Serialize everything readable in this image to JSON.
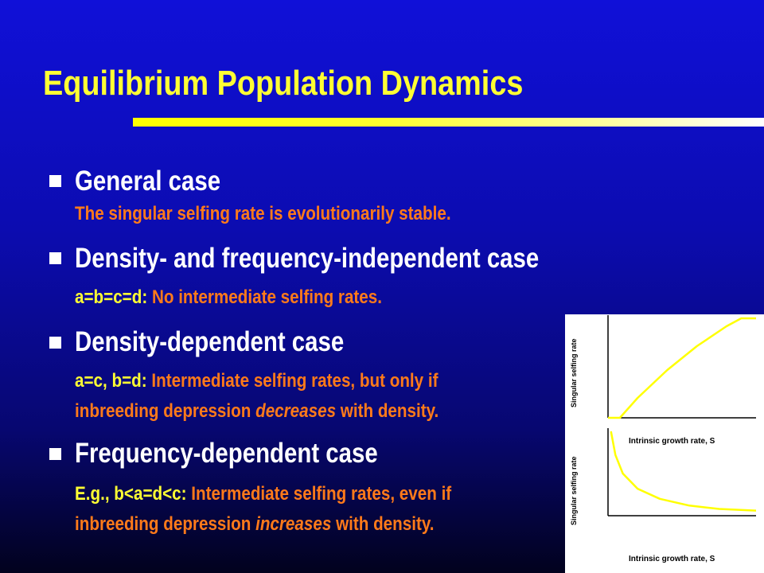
{
  "slide": {
    "title": "Equilibrium Population Dynamics",
    "colors": {
      "title": "#ffff33",
      "heading": "#ffffff",
      "body": "#ff7a1a",
      "condition": "#ffff33",
      "background": "#0c0cb0"
    }
  },
  "bullets": [
    {
      "heading": "General case",
      "lines": [
        {
          "text": "The singular selfing rate is evolutionarily stable."
        }
      ]
    },
    {
      "heading": "Density- and frequency-independent case",
      "lines": [
        {
          "condition": "a=b=c=d:",
          "text": "No intermediate selfing rates."
        }
      ]
    },
    {
      "heading": "Density-dependent case",
      "lines": [
        {
          "condition": "a=c, b=d:",
          "text": "Intermediate selfing rates, but only if"
        },
        {
          "pre": "inbreeding depression ",
          "em": "decreases",
          "post": " with density."
        }
      ]
    },
    {
      "heading": "Frequency-dependent case",
      "lines": [
        {
          "condition": "E.g., b<a=d<c:",
          "text": "Intermediate selfing rates, even if"
        },
        {
          "pre": "inbreeding depression ",
          "em": "increases",
          "post": " with density."
        }
      ]
    }
  ],
  "chart_data": [
    {
      "type": "line",
      "ylabel": "Singular selfing rate",
      "xlabel": "Intrinsic growth rate, S",
      "shape": "increasing-saturating",
      "series": [
        {
          "x": [
            0,
            0.08,
            0.2,
            0.4,
            0.6,
            0.8,
            0.9,
            1.0
          ],
          "y": [
            0,
            0,
            0.2,
            0.48,
            0.72,
            0.92,
            1.0,
            1.0
          ]
        }
      ]
    },
    {
      "type": "line",
      "ylabel": "Singular selfing rate",
      "xlabel": "Intrinsic growth rate, S",
      "shape": "decreasing-convex",
      "series": [
        {
          "x": [
            0.02,
            0.05,
            0.1,
            0.2,
            0.35,
            0.55,
            0.75,
            1.0
          ],
          "y": [
            1.0,
            0.72,
            0.5,
            0.32,
            0.2,
            0.12,
            0.08,
            0.06
          ]
        }
      ]
    }
  ]
}
